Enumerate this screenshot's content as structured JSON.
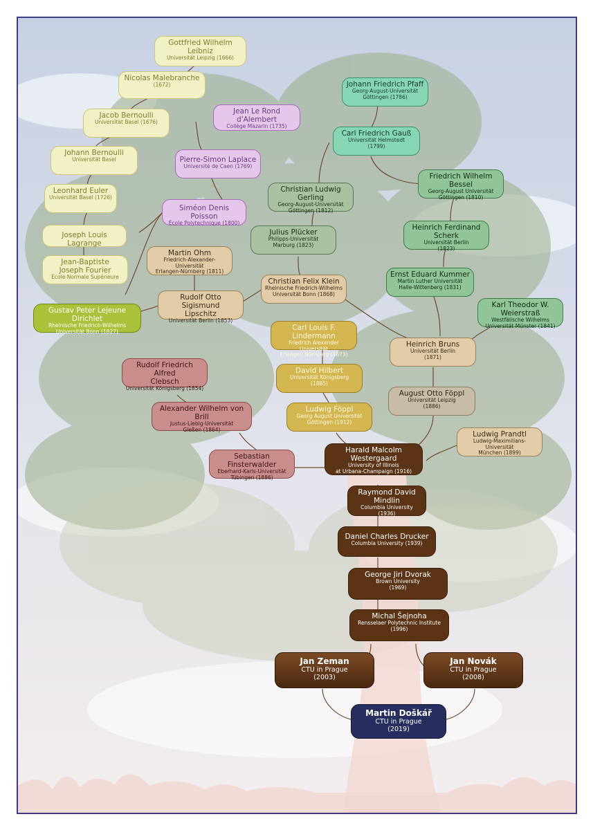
{
  "nodes": {
    "leibniz": {
      "name": "Gottfried Wilhelm Leibniz",
      "inst": "Universität Leipzig (1666)"
    },
    "malebranche": {
      "name": "Nicolas  Malebranche",
      "inst": "(1672)"
    },
    "jbernoulli": {
      "name": "Jacob  Bernoulli",
      "inst": "Universität Basel (1676)"
    },
    "johbernoulli": {
      "name": "Johann  Bernoulli",
      "inst": "Universität Basel"
    },
    "euler": {
      "name": "Leonhard  Euler",
      "inst": "Universität Basel (1726)"
    },
    "lagrange": {
      "name": "Joseph Louis Lagrange",
      "inst": ""
    },
    "fourier": {
      "name": "Jean-Baptiste\nJoseph Fourier",
      "inst": "École Normale Supérieure"
    },
    "dirichlet": {
      "name": "Gustav Peter Lejeune Dirichlet",
      "inst": "Rheinische Friedrich-Wilhelms\nUniversität Bonn (1827)"
    },
    "dalembert": {
      "name": "Jean Le Rond d'Alembert",
      "inst": "Collège Mazarin (1735)"
    },
    "laplace": {
      "name": "Pierre-Simon Laplace",
      "inst": "Université de Caen (1769)"
    },
    "poisson": {
      "name": "Siméon Denis Poisson",
      "inst": "École Polytechnique (1800)"
    },
    "ohm": {
      "name": "Martin  Ohm",
      "inst": "Friedrich-Alexander-Universität\nErlangen-Nürnberg (1811)"
    },
    "lipschitz": {
      "name": "Rudolf Otto Sigismund\nLipschitz",
      "inst": "Universität Berlin (1853)"
    },
    "pfaff": {
      "name": "Johann Friedrich Pfaff",
      "inst": "Georg-August-Universität\nGöttingen  (1786)"
    },
    "gauss": {
      "name": "Carl Friedrich Gauß",
      "inst": "Universität Helmstedt\n(1799)"
    },
    "bessel": {
      "name": "Friedrich Wilhelm Bessel",
      "inst": "Georg-August Universität\nGöttingen (1810)"
    },
    "gerling": {
      "name": "Christian Ludwig Gerling",
      "inst": "Georg-August-Universität\nGöttingen (1812)"
    },
    "plucker": {
      "name": "Julius  Plücker",
      "inst": "Philipps-Universität\nMarburg (1823)"
    },
    "scherk": {
      "name": "Heinrich Ferdinand Scherk",
      "inst": "Universität Berlin\n(1823)"
    },
    "klein": {
      "name": "Christian Felix Klein",
      "inst": "Rheinische Friedrich-Wilhelms\nUniversität Bonn (1868)"
    },
    "kummer": {
      "name": "Ernst Eduard Kummer",
      "inst": "Martin Luther Universität\nHalle-Wittenberg (1831)"
    },
    "weierstrass": {
      "name": "Karl Theodor W. Weierstraß",
      "inst": "Westfälische Wilhelms\nUniversität Münster (1841)"
    },
    "lindemann": {
      "name": "Carl Louis F. Lindermann",
      "inst": "Friedrich Alexander Universität\nErlangen Nürnberg (1873)"
    },
    "bruns": {
      "name": "Heinrich Bruns",
      "inst": "Universität Berlin\n(1871)"
    },
    "clebsch": {
      "name": "Rudolf Friedrich Alfred\nClebsch",
      "inst": "Universität Königsberg (1854)"
    },
    "hilbert": {
      "name": "David Hilbert",
      "inst": "Universität Königsberg\n(1885)"
    },
    "aofoppl": {
      "name": "August Otto Föppl",
      "inst": "Universität Leipzig\n(1886)"
    },
    "brill": {
      "name": "Alexander Wilhelm von Brill",
      "inst": "Justus-Liebig-Universität\nGießen (1864)"
    },
    "lfoppl": {
      "name": "Ludwig Föppl",
      "inst": "Georg August Universität\nGöttingen (1912)"
    },
    "prandtl": {
      "name": "Ludwig Prandtl",
      "inst": "Ludwig-Maximilians-Universität\nMünchen (1899)"
    },
    "finsterwalder": {
      "name": "Sebastian Finsterwalder",
      "inst": "Eberhard-Karls-Universität\nTübingen (1886)"
    },
    "westergaard": {
      "name": "Harald Malcolm Westergaard",
      "inst": "University of Illinois\nat Urbana-Champaign (1916)"
    },
    "mindlin": {
      "name": "Raymond David Mindlin",
      "inst": "Columbia University\n(1936)"
    },
    "drucker": {
      "name": "Daniel Charles Drucker",
      "inst": "Columbia University (1939)"
    },
    "dvorak": {
      "name": "George Jiri Dvorak",
      "inst": "Brown University\n(1969)"
    },
    "sejnoha": {
      "name": "Michal Šejnoha",
      "inst": "Rensselaer Polytechnic Institute\n(1996)"
    },
    "zeman": {
      "name": "Jan Zeman",
      "inst": "CTU in Prague\n(2003)"
    },
    "novak": {
      "name": "Jan Novák",
      "inst": "CTU in Prague\n(2008)"
    },
    "doskar": {
      "name": "Martin Doškář",
      "inst": "CTU in Prague\n(2019)"
    }
  }
}
